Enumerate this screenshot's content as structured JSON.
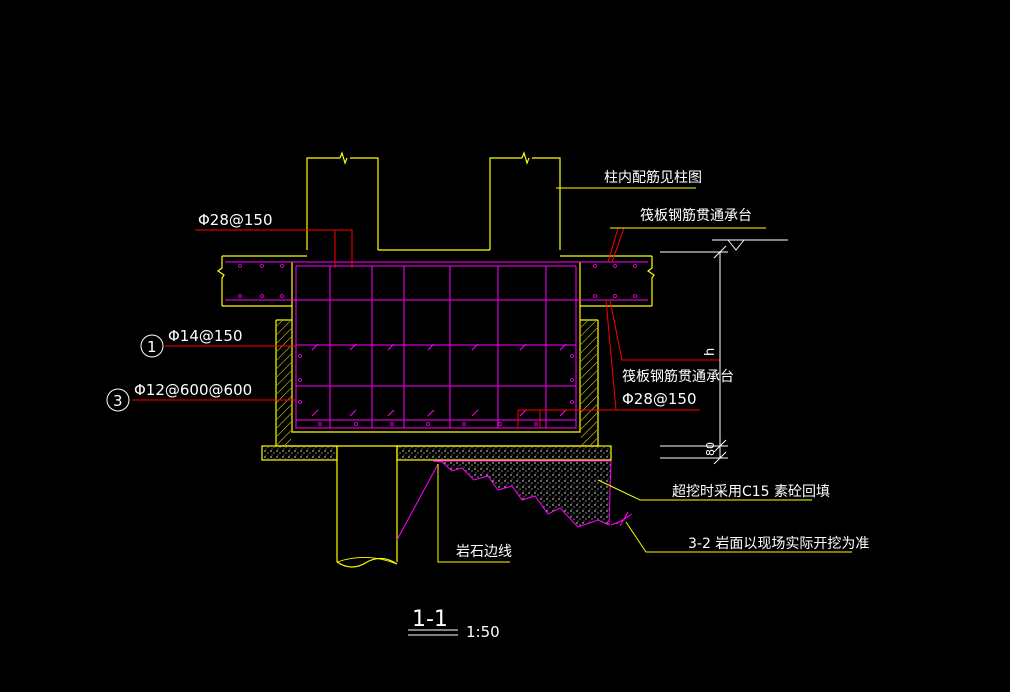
{
  "colors": {
    "background": "#000000",
    "structure": "#ffff00",
    "rebar": "#ff00ff",
    "leader": "#ff0000",
    "text": "#ffffff",
    "dims": "#ffffff",
    "fill": "#ffffff"
  },
  "labels": {
    "column_rebar_note": "柱内配筋见柱图",
    "raft_top_note": "筏板钢筋贯通承台",
    "top_bar": "Φ28@150",
    "marker_1": "1",
    "bar_1": "Φ14@150",
    "marker_3": "3",
    "bar_3": "Φ12@600@600",
    "raft_bottom_note": "筏板钢筋贯通承台",
    "bottom_bar": "Φ28@150",
    "dim_h": "h",
    "dim_80": "80",
    "overdig_note": "超挖时采用C15 素砼回填",
    "rock_note": "3-2 岩面以现场实际开挖为准",
    "rock_edge": "岩石边线",
    "section_title": "1-1",
    "scale": "1:50"
  }
}
